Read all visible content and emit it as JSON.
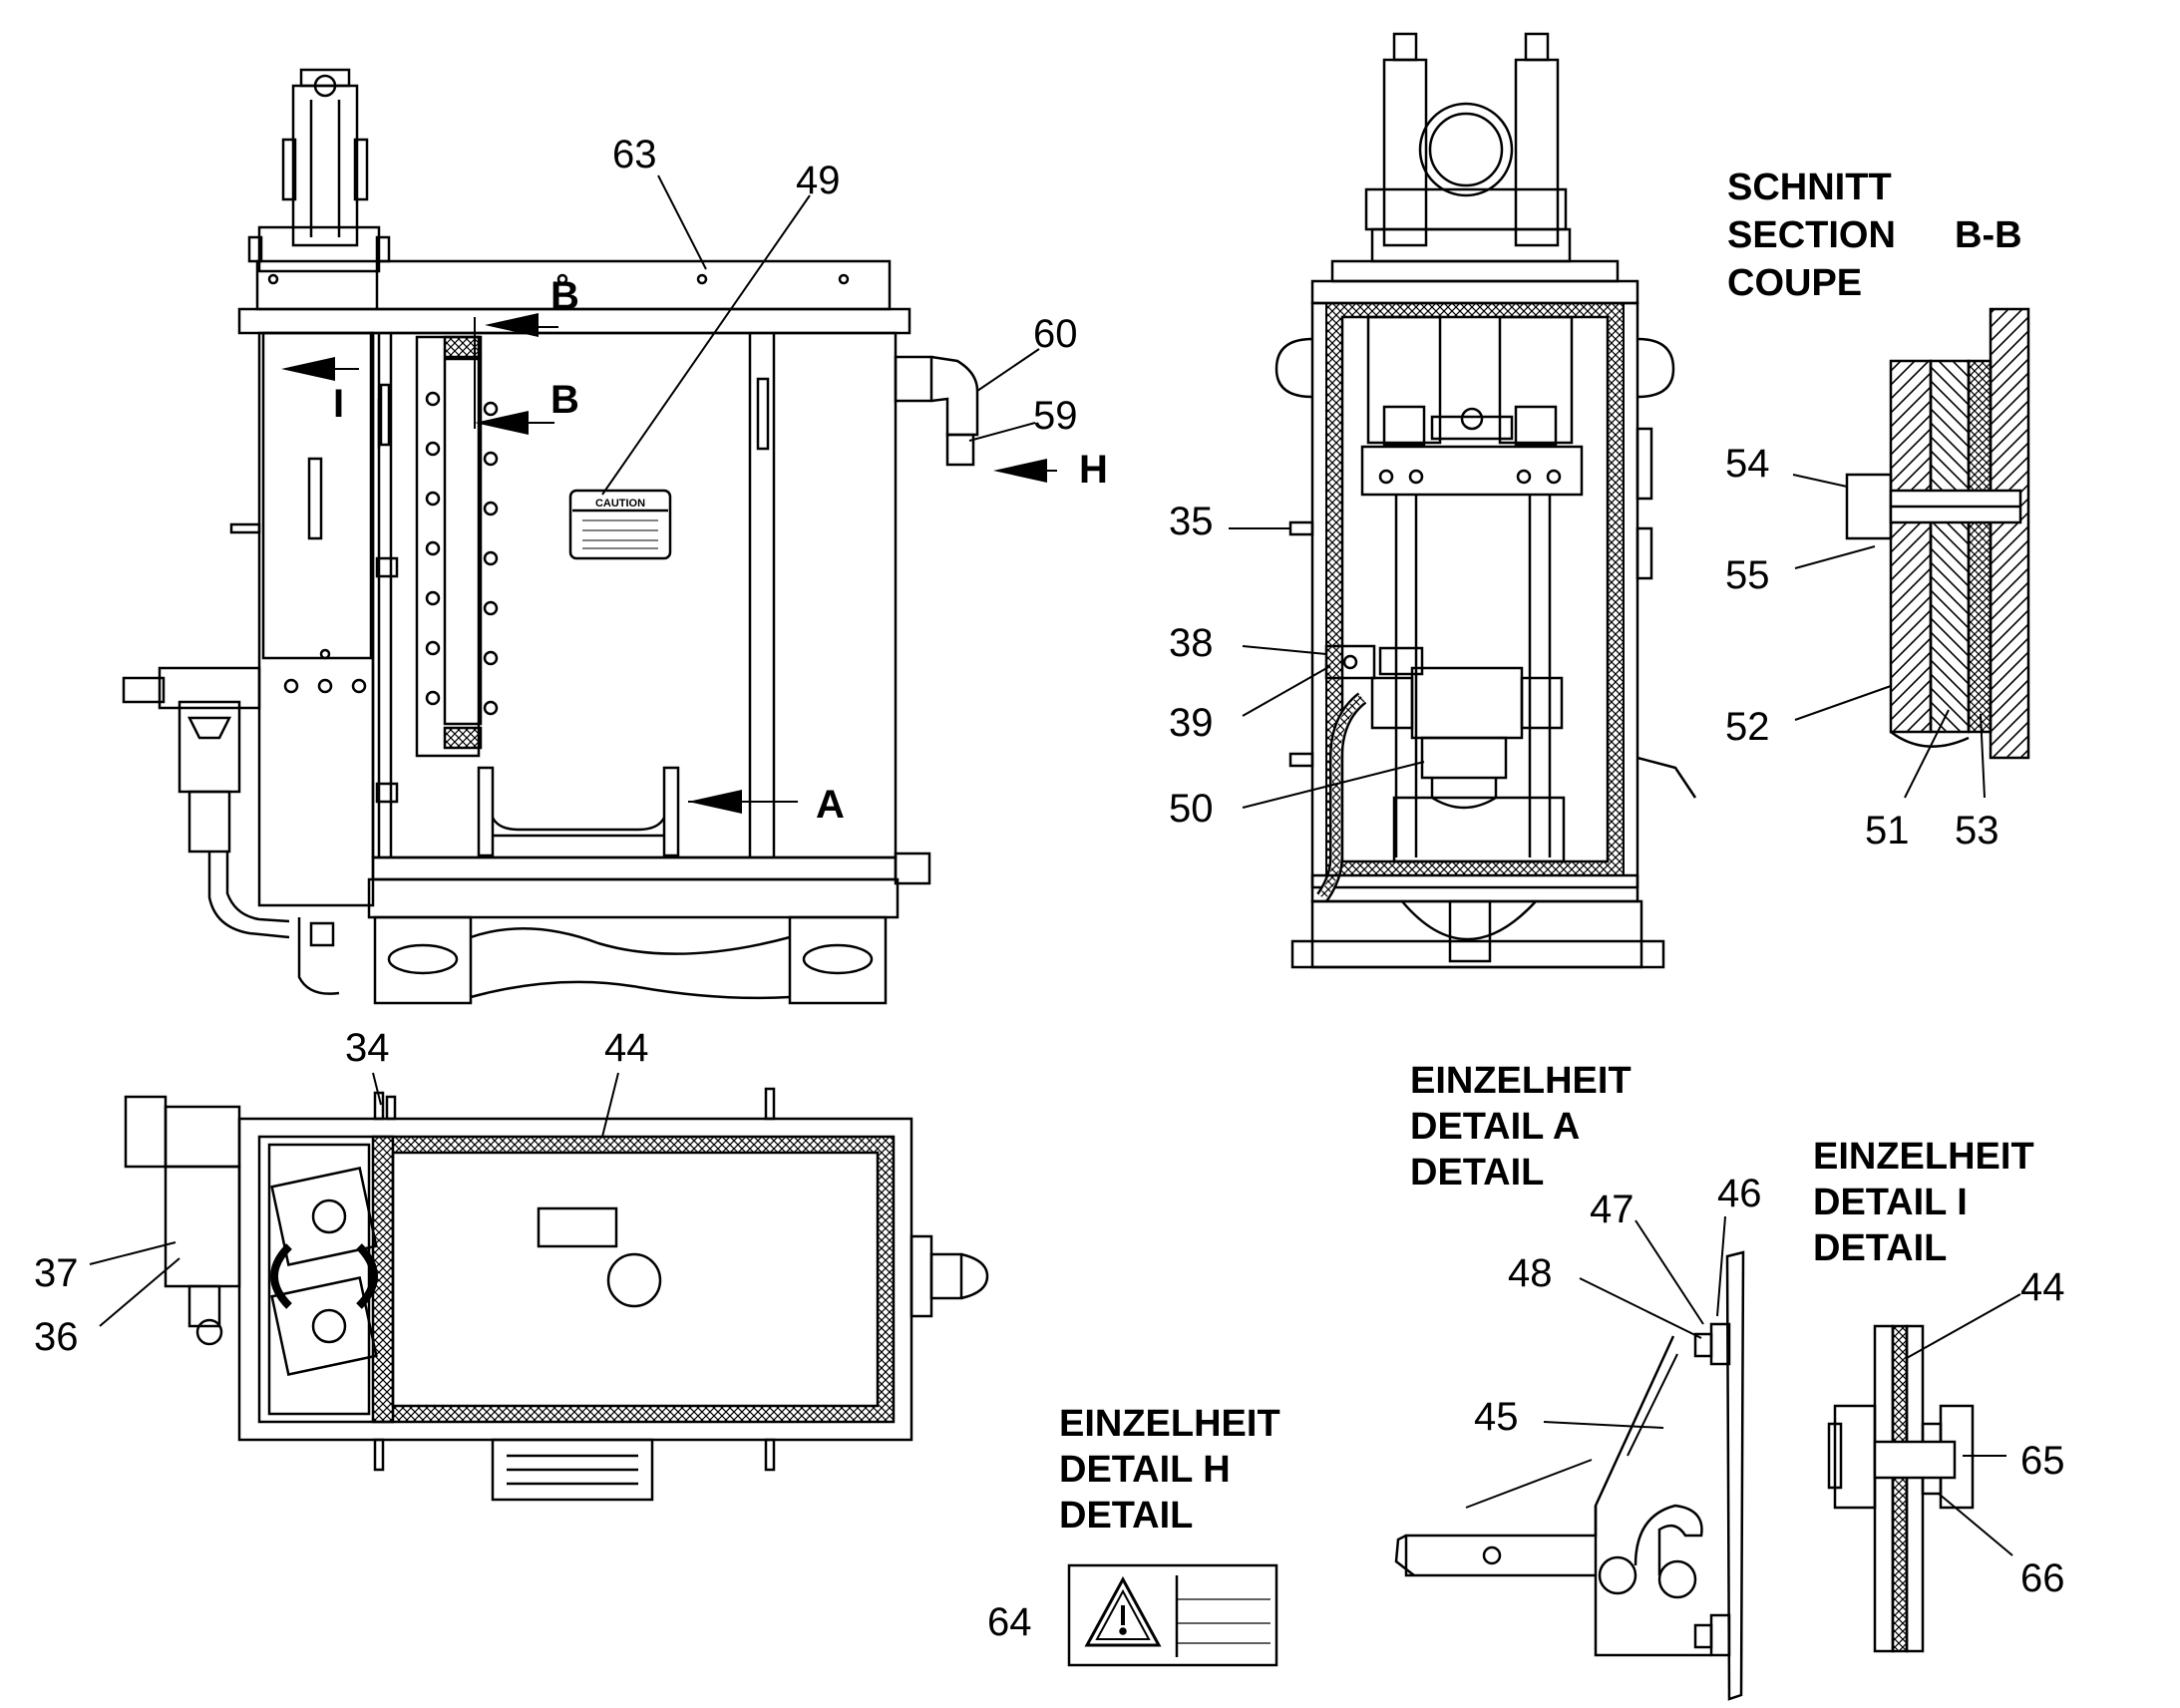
{
  "sections": {
    "schnitt": {
      "line1": "SCHNITT",
      "line2": "SECTION",
      "line2_tag": "B-B",
      "line3": "COUPE"
    },
    "detail_a": {
      "line1": "EINZELHEIT",
      "line2": "DETAIL  A",
      "line3": "DETAIL"
    },
    "detail_i": {
      "line1": "EINZELHEIT",
      "line2": "DETAIL  I",
      "line3": "DETAIL"
    },
    "detail_h": {
      "line1": "EINZELHEIT",
      "line2": "DETAIL  H",
      "line3": "DETAIL"
    }
  },
  "view_letters": {
    "b_upper": "B",
    "b_lower": "B",
    "i": "I",
    "h": "H",
    "a": "A"
  },
  "callouts": {
    "c63": "63",
    "c49": "49",
    "c60": "60",
    "c59": "59",
    "c35": "35",
    "c38": "38",
    "c39": "39",
    "c50": "50",
    "c54": "54",
    "c55": "55",
    "c52": "52",
    "c51": "51",
    "c53": "53",
    "c34": "34",
    "c44": "44",
    "c37": "37",
    "c36": "36",
    "c47": "47",
    "c46": "46",
    "c48": "48",
    "c45": "45",
    "c44b": "44",
    "c65": "65",
    "c66": "66",
    "c64": "64"
  },
  "caution_label": {
    "header": "CAUTION"
  }
}
